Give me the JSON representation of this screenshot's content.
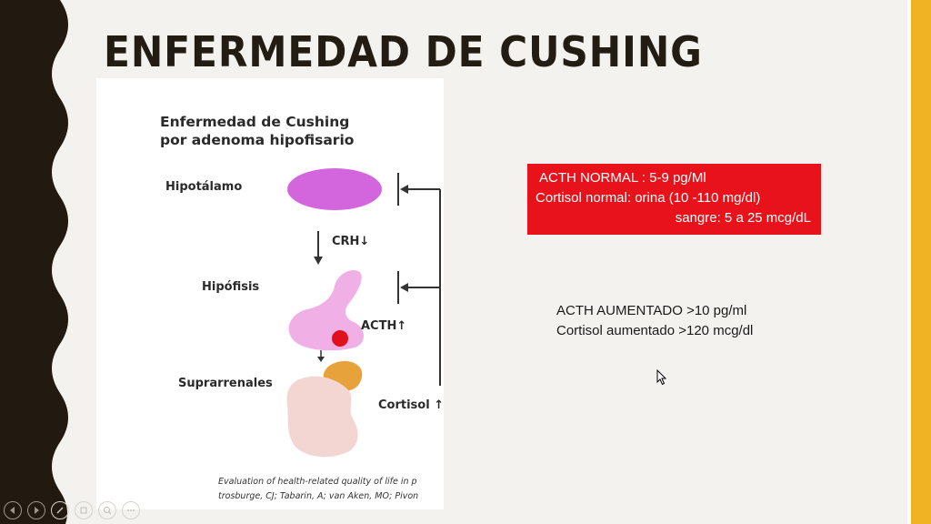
{
  "slide": {
    "title": "ENFERMEDAD DE CUSHING"
  },
  "figure": {
    "heading_line1": "Enfermedad de Cushing",
    "heading_line2": "por adenoma hipofisario",
    "labels": {
      "hypothalamus": "Hipotálamo",
      "crh": "CRH↓",
      "pituitary": "Hipófisis",
      "acth": "ACTH↑",
      "adrenals": "Suprarrenales",
      "cortisol": "Cortisol ↑"
    },
    "citation_line1": "Evaluation of health-related quality of life in p",
    "citation_line2": "trosburge, CJ; Tabarin, A; van Aken, MO; Pivon"
  },
  "normal_values": {
    "line1": "ACTH NORMAL :  5-9  pg/Ml",
    "line2": "Cortisol normal: orina (10 -110 mg/dl)",
    "line3": "sangre: 5 a 25 mcg/dL"
  },
  "raised_values": {
    "line1": "ACTH  AUMENTADO >10 pg/ml",
    "line2": "Cortisol aumentado  >120 mcg/dl"
  },
  "colors": {
    "accent_gold": "#f0b323",
    "normal_box": "#e8131a",
    "hypothalamus": "#d466dd",
    "pituitary": "#f0b0e6",
    "adenoma": "#e0101c",
    "adrenal_gland": "#e8a23c",
    "kidney": "#f3d6d1"
  },
  "controls": [
    "previous-icon",
    "next-icon",
    "pen-icon",
    "slides-icon",
    "zoom-icon",
    "more-icon"
  ]
}
